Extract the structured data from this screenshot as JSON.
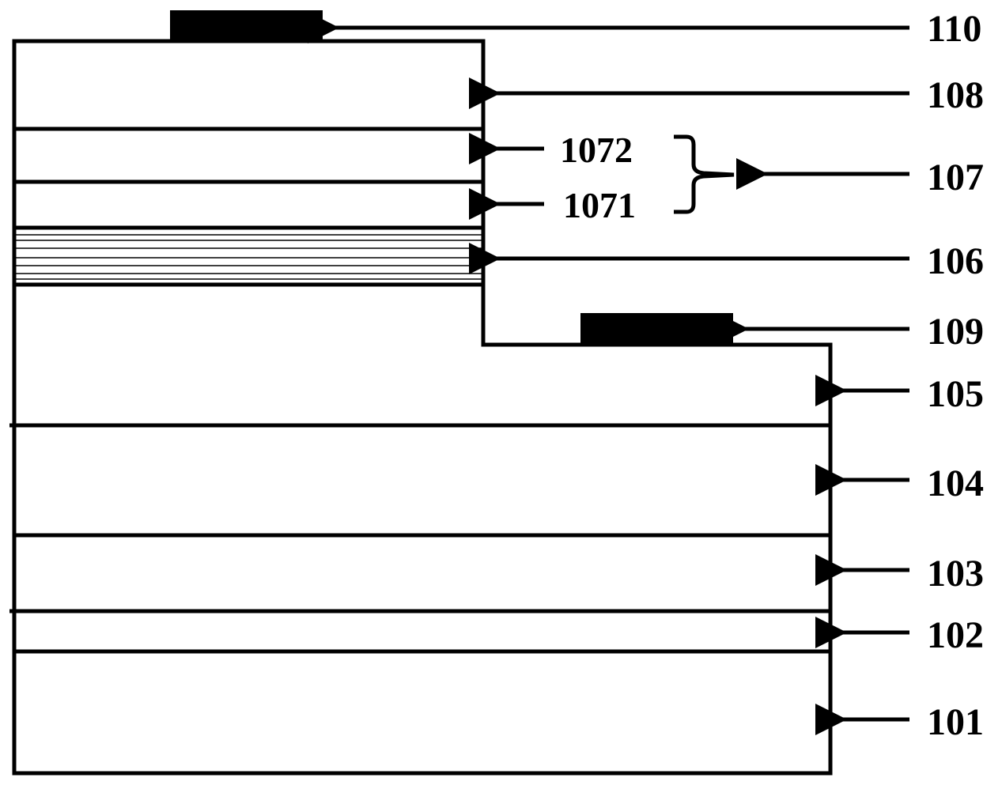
{
  "diagram": {
    "colors": {
      "line": "#000000",
      "electrode": "#000000",
      "background": "#ffffff"
    },
    "labels": {
      "l110": "110",
      "l108": "108",
      "l1072": "1072",
      "l1071": "1071",
      "l107": "107",
      "l106": "106",
      "l109": "109",
      "l105": "105",
      "l104": "104",
      "l103": "103",
      "l102": "102",
      "l101": "101"
    }
  }
}
